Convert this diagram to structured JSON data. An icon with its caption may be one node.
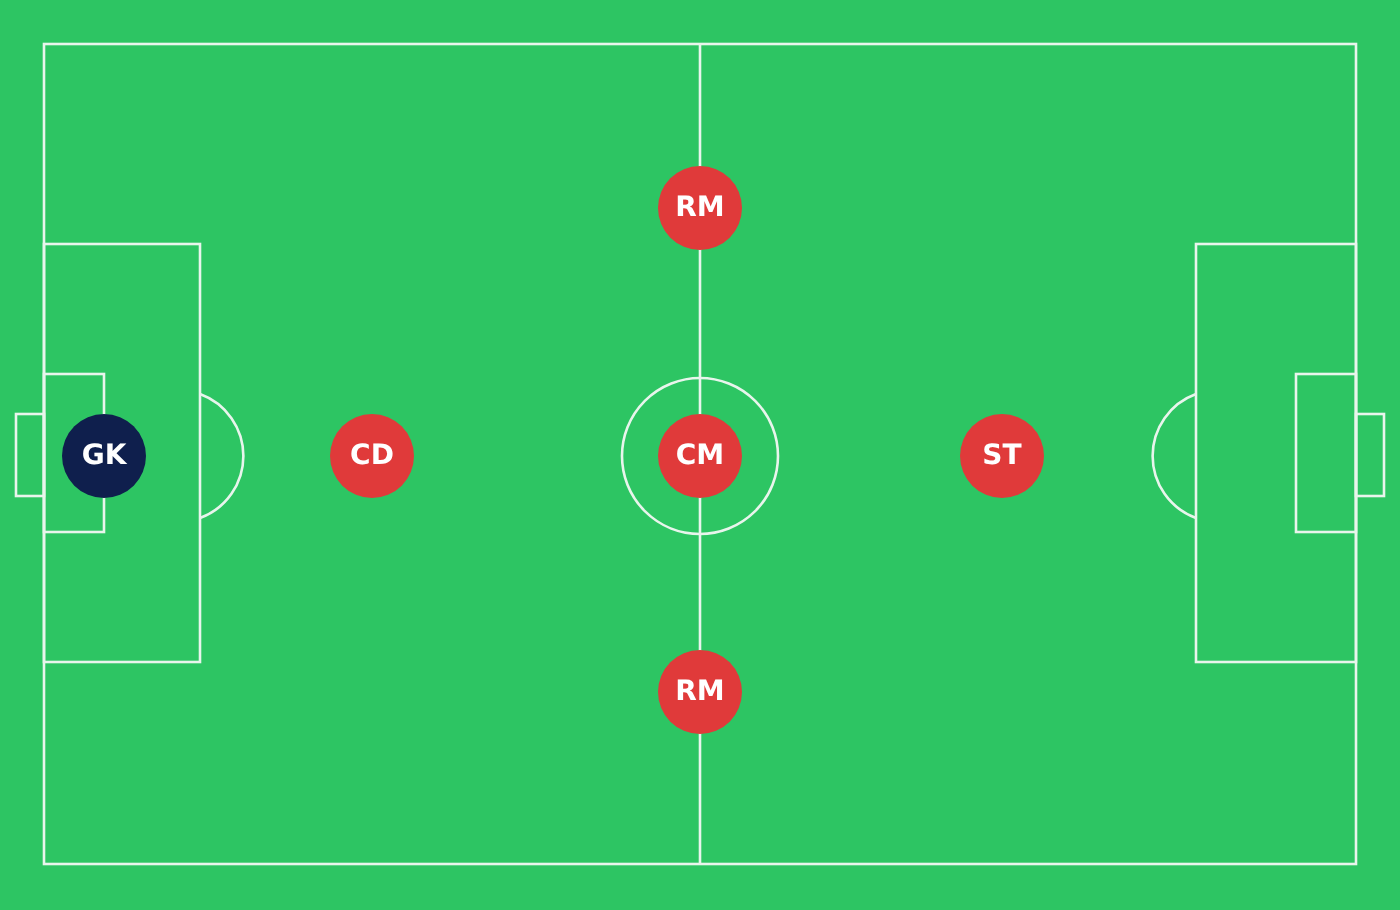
{
  "diagram": {
    "nodes": [
      {
        "text": [
          "RM"
        ]
      },
      {
        "text": [
          "GK"
        ]
      },
      {
        "text": [
          "CD"
        ]
      },
      {
        "text": [
          "CM"
        ]
      },
      {
        "text": [
          "ST"
        ]
      },
      {
        "text": [
          "RM"
        ]
      }
    ]
  }
}
